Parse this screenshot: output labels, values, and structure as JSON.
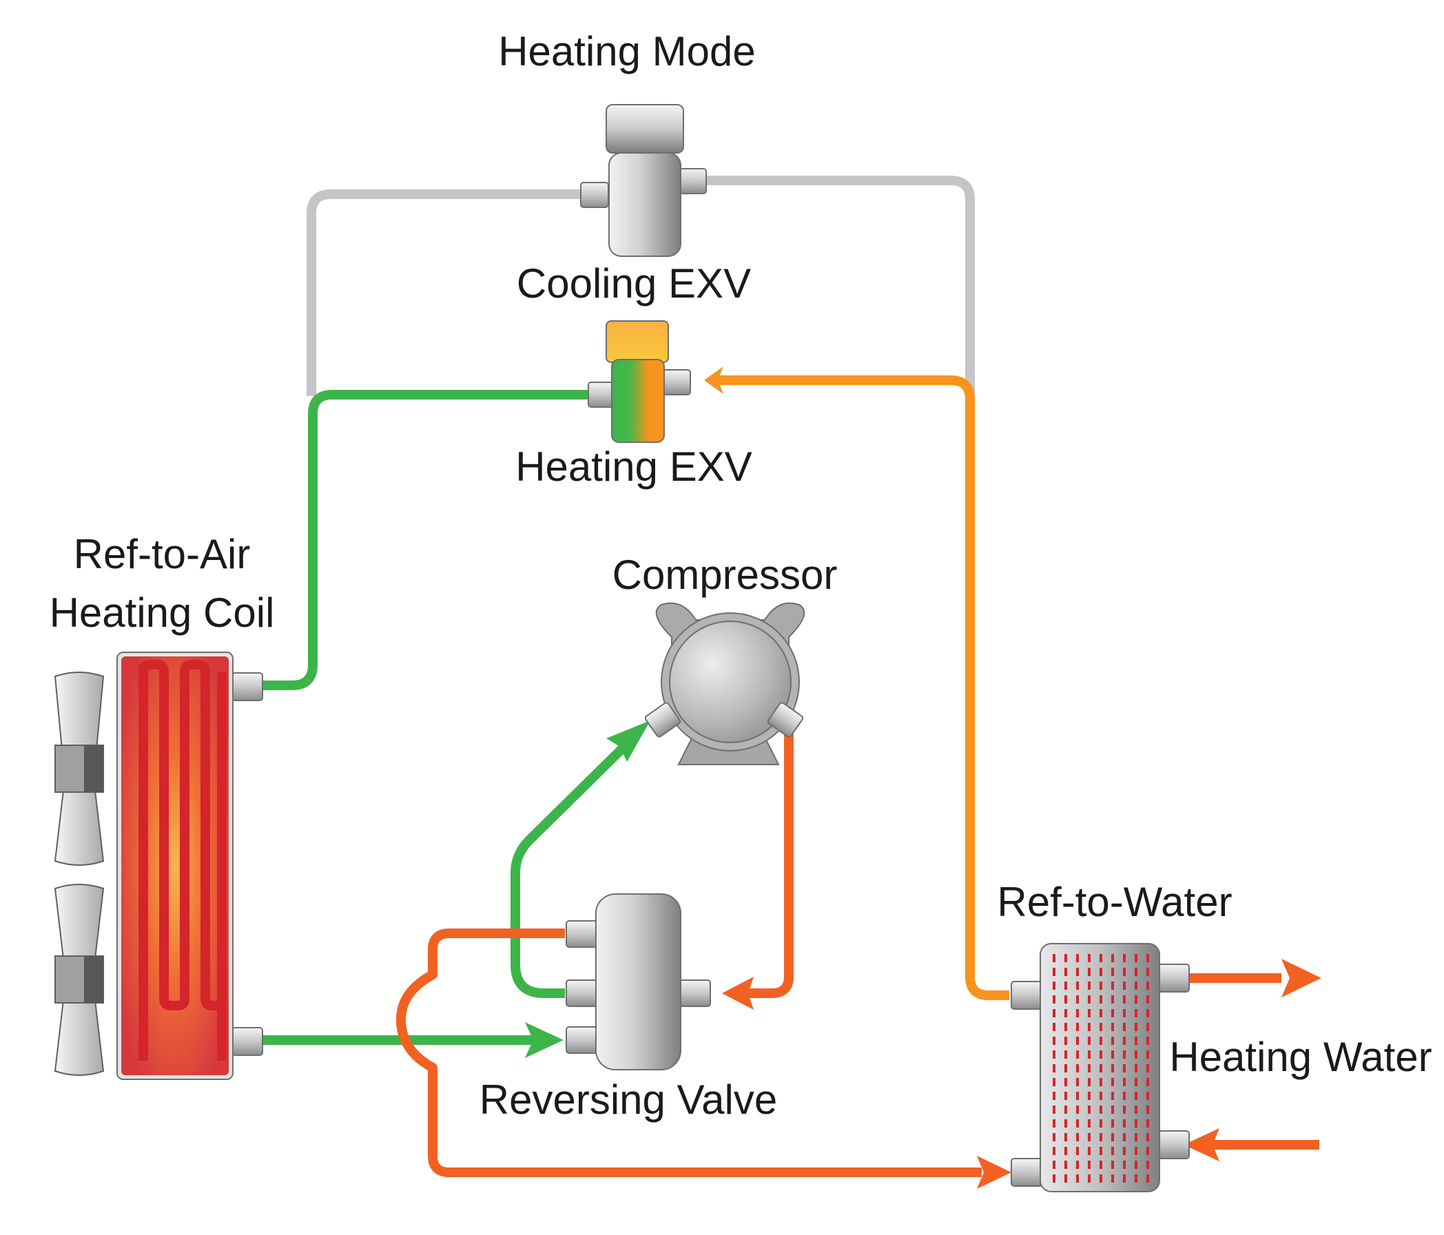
{
  "diagram": {
    "title": "Heating Mode",
    "labels": {
      "cooling_exv": "Cooling EXV",
      "heating_exv": "Heating EXV",
      "coil_line1": "Ref-to-Air",
      "coil_line2": "Heating Coil",
      "compressor": "Compressor",
      "reversing_valve": "Reversing Valve",
      "hx": "Ref-to-Water",
      "heating_water": "Heating Water"
    },
    "colors": {
      "inactive_line": "#c4c5c7",
      "low_pressure": "#3bb54a",
      "liquid_line": "#f7941d",
      "hot_gas": "#f26122",
      "component_gray": "#b8b9bb",
      "coil_tube": "#d4252a"
    }
  }
}
